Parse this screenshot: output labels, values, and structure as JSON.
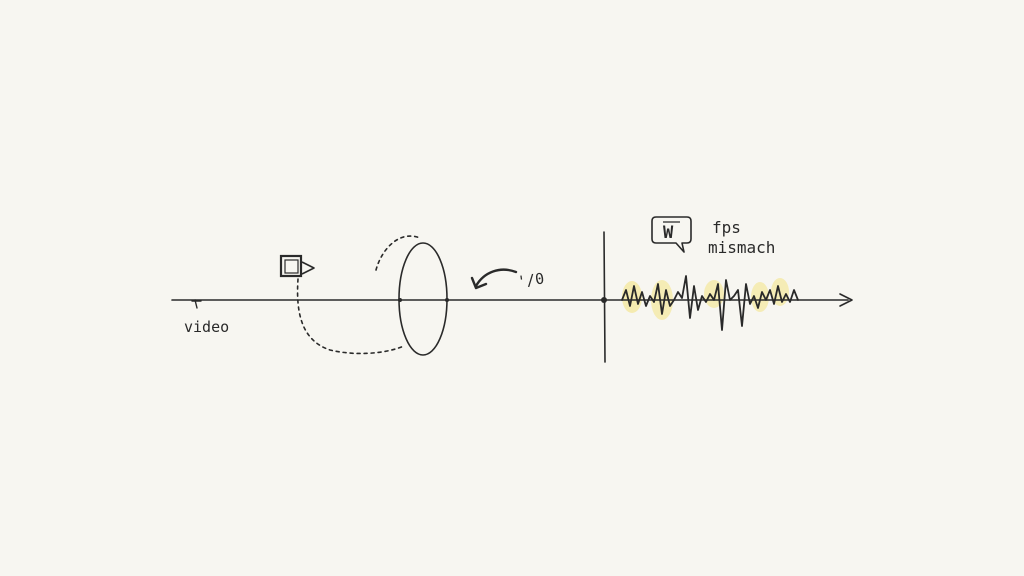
{
  "diagram": {
    "labels": {
      "video": "video",
      "fps": "fps",
      "mismatch": "mismach",
      "bubble_letter": "W",
      "arrow_note": "'/0"
    },
    "colors": {
      "ink": "#2a2a2a",
      "highlight": "#f4e27a",
      "paper": "#f7f6f1"
    },
    "icons": {
      "camera": "video-camera-icon",
      "speech": "speech-bubble-icon"
    }
  }
}
